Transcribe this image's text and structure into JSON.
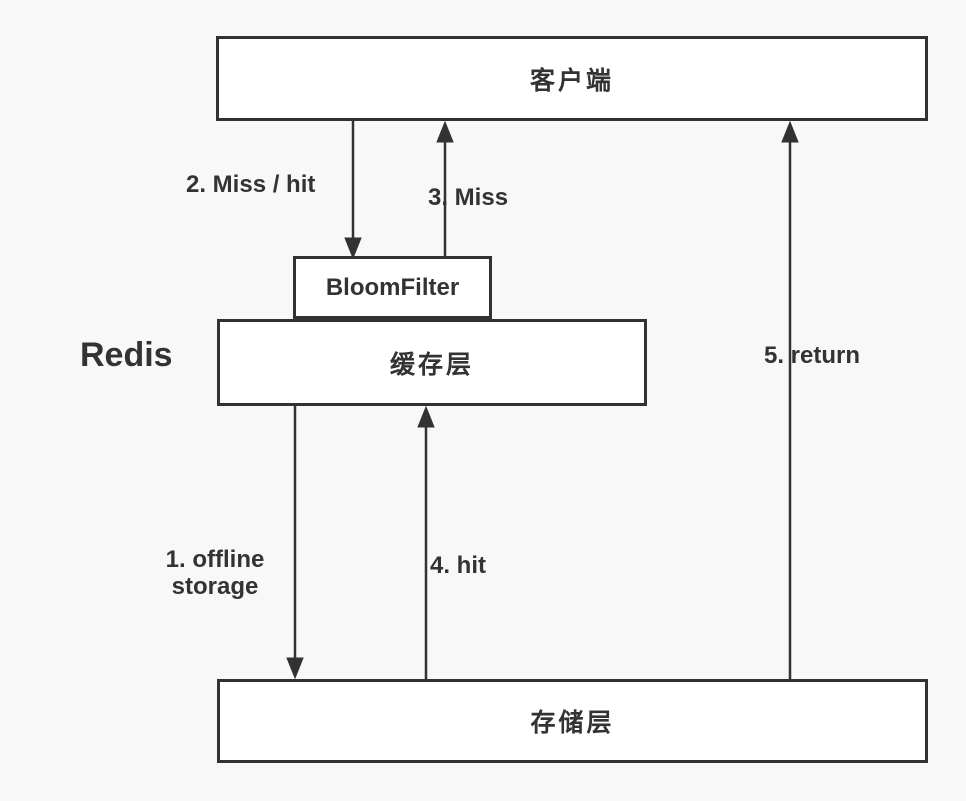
{
  "diagram": {
    "side_label": "Redis",
    "colors": {
      "background": "#f8f8f8",
      "node_fill": "#ffffff",
      "stroke": "#323232",
      "text": "#333333"
    },
    "nodes": {
      "client": {
        "label": "客户端"
      },
      "bloomfilter": {
        "label": "BloomFilter"
      },
      "cache": {
        "label": "缓存层"
      },
      "storage": {
        "label": "存储层"
      }
    },
    "edges": {
      "offline_storage": {
        "label": "1. offline\nstorage",
        "from": "cache",
        "to": "storage",
        "direction": "down"
      },
      "miss_hit": {
        "label": "2. Miss / hit",
        "from": "client",
        "to": "bloomfilter",
        "direction": "down"
      },
      "miss": {
        "label": "3. Miss",
        "from": "bloomfilter",
        "to": "client",
        "direction": "up"
      },
      "hit": {
        "label": "4. hit",
        "from": "storage",
        "to": "cache",
        "direction": "up"
      },
      "return": {
        "label": "5. return",
        "from": "storage",
        "to": "client",
        "direction": "up"
      }
    }
  }
}
